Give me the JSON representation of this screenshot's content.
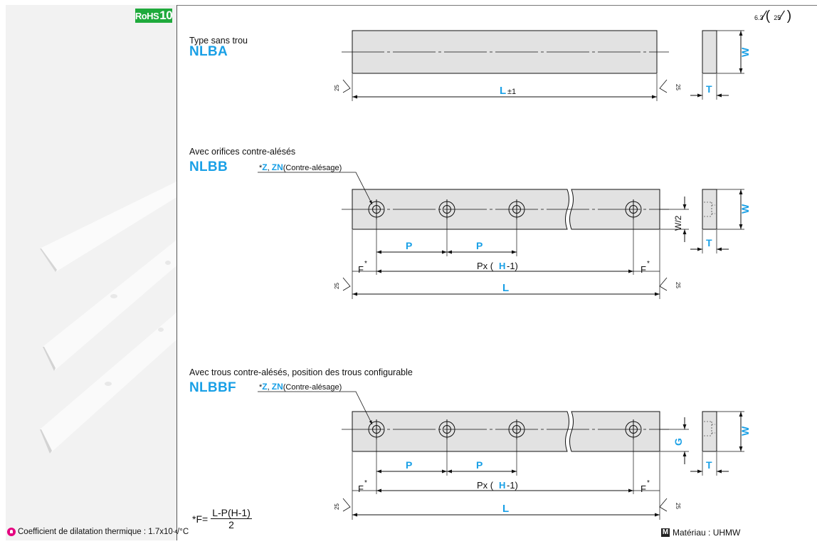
{
  "badge": {
    "rohs": "RoHS",
    "rohs_num": "10"
  },
  "thermal_note": {
    "text": "Coefficient de dilatation thermique : 1.7x10",
    "exp": "-4",
    "unit": "/°C"
  },
  "surface_finish": {
    "a": "6.3",
    "b": "25"
  },
  "sections": [
    {
      "subtitle": "Type sans trou",
      "model": "NLBA"
    },
    {
      "subtitle": "Avec orifices contre-alésés",
      "model": "NLBB",
      "callout_star": "*",
      "callout_z": "Z",
      "callout_sep": ", ",
      "callout_zn": "ZN",
      "callout_text": "(Contre-alésage)"
    },
    {
      "subtitle": "Avec trous contre-alésés, position des trous configurable",
      "model": "NLBBF",
      "callout_star": "*",
      "callout_z": "Z",
      "callout_sep": ", ",
      "callout_zn": "ZN",
      "callout_text": "(Contre-alésage)"
    }
  ],
  "dims": {
    "L": "L",
    "L_tol": "±1",
    "W": "W",
    "T": "T",
    "P": "P",
    "F": "F",
    "star": "*",
    "Px_pre": "Px (",
    "H": "H",
    "Px_post": "-1)",
    "W2": "W/2",
    "G": "G",
    "roughness": "25"
  },
  "formula": {
    "lhs": "*F=",
    "numerator": "L-P(H-1)",
    "denominator": "2"
  },
  "material": {
    "badge": "M",
    "text": "Matériau : UHMW"
  },
  "colors": {
    "accent": "#1aa0e6",
    "rohs": "#1faa3c",
    "part_fill": "#e2e2e2",
    "sidebar": "#f2f2f2"
  }
}
